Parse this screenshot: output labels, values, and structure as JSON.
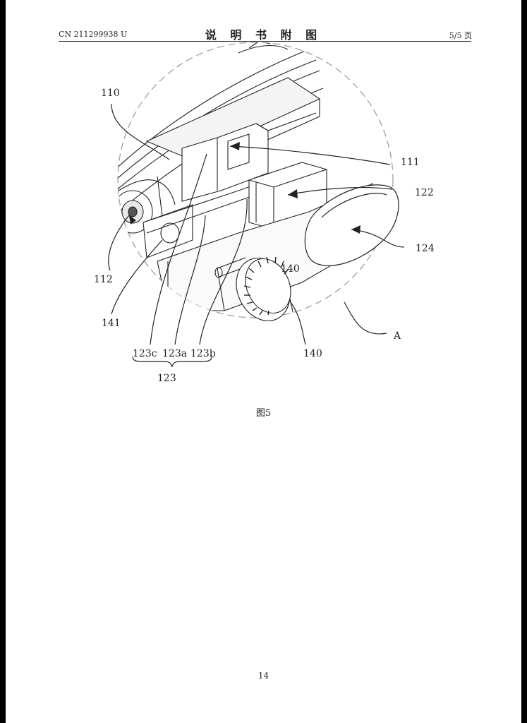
{
  "header": {
    "patent_number": "CN 211299938 U",
    "section_title": "说 明 书 附 图",
    "page_indicator": "5/5 页"
  },
  "figure": {
    "labels": {
      "l110": "110",
      "l111": "111",
      "l122": "122",
      "l124": "124",
      "l112": "112",
      "l141": "141",
      "l140a": "140",
      "l140b": "140",
      "lA": "A",
      "l123c": "123c",
      "l123a": "123a",
      "l123b": "123b",
      "l123": "123"
    },
    "caption": "图5"
  },
  "footer": {
    "page_number": "14"
  }
}
